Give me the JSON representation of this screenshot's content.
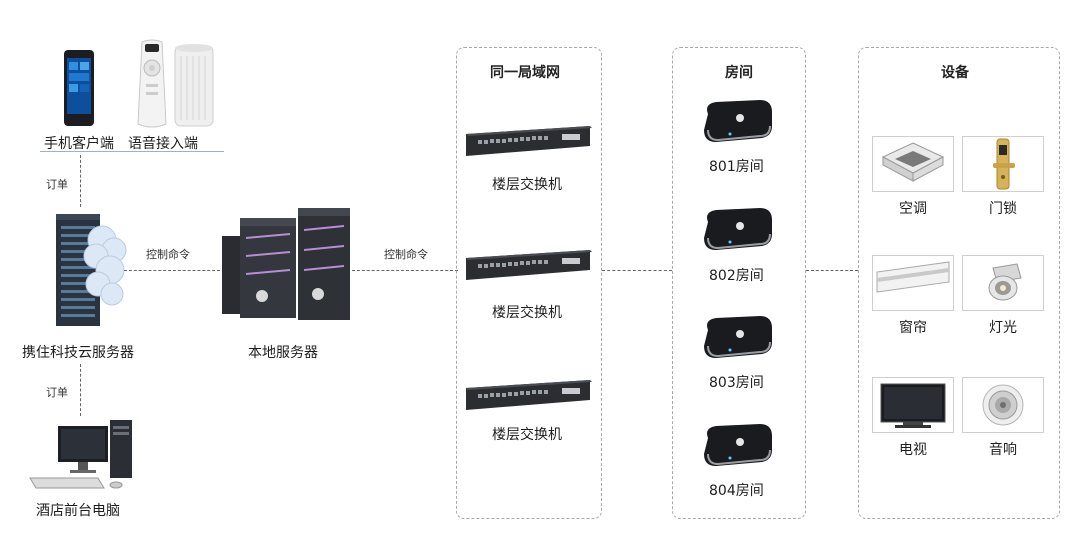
{
  "clients": {
    "phone_label": "手机客户端",
    "voice_label": "语音接入端"
  },
  "cloud_server": {
    "label": "携住科技云服务器"
  },
  "frontdesk": {
    "label": "酒店前台电脑"
  },
  "local_server": {
    "label": "本地服务器"
  },
  "links": {
    "order_top": "订单",
    "order_bottom": "订单",
    "control_left": "控制命令",
    "control_right": "控制命令"
  },
  "lan": {
    "title": "同一局域网",
    "switches": [
      "楼层交换机",
      "楼层交换机",
      "楼层交换机"
    ]
  },
  "rooms": {
    "title": "房间",
    "items": [
      "801房间",
      "802房间",
      "803房间",
      "804房间"
    ]
  },
  "devices": {
    "title": "设备",
    "items": [
      {
        "label": "空调",
        "icon": "air-conditioner-icon"
      },
      {
        "label": "门锁",
        "icon": "door-lock-icon"
      },
      {
        "label": "窗帘",
        "icon": "curtain-icon"
      },
      {
        "label": "灯光",
        "icon": "spotlight-icon"
      },
      {
        "label": "电视",
        "icon": "tv-icon"
      },
      {
        "label": "音响",
        "icon": "speaker-icon"
      }
    ]
  }
}
